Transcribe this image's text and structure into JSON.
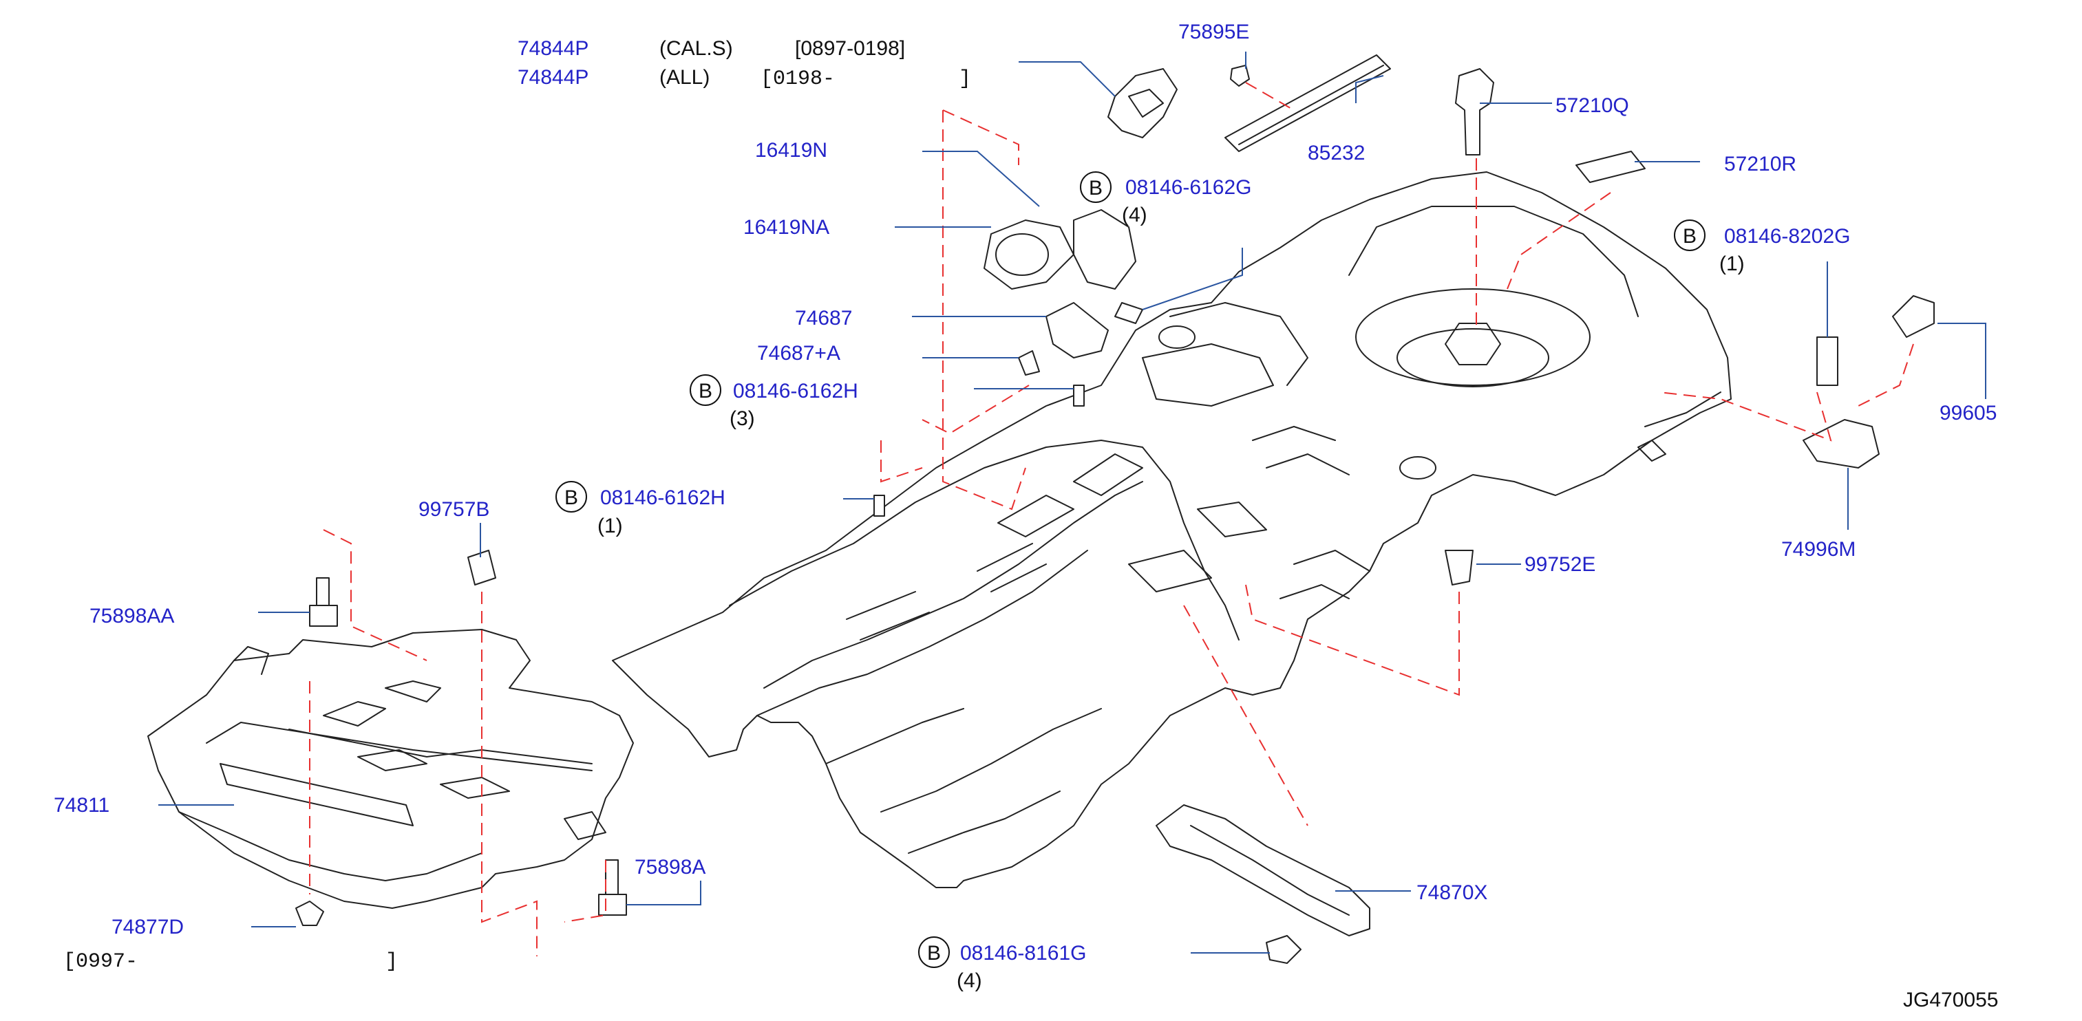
{
  "diagram_code": "JG470055",
  "bolt_marker": "B",
  "callouts": [
    {
      "part": "74844P",
      "note": "(CAL.S)",
      "date_range": "[0897-0198]"
    },
    {
      "part": "74844P",
      "note": "(ALL)",
      "date_range": "[0198-          ]"
    },
    {
      "part": "75895E"
    },
    {
      "part": "85232"
    },
    {
      "part": "57210Q"
    },
    {
      "part": "57210R"
    },
    {
      "part": "16419N"
    },
    {
      "part": "16419NA"
    },
    {
      "part": "08146-6162G",
      "qty": "(4)"
    },
    {
      "part": "08146-8202G",
      "qty": "(1)"
    },
    {
      "part": "74687"
    },
    {
      "part": "74687+A"
    },
    {
      "part": "08146-6162H",
      "qty": "(3)"
    },
    {
      "part": "99605"
    },
    {
      "part": "08146-6162H",
      "qty": "(1)"
    },
    {
      "part": "74996M"
    },
    {
      "part": "99757B"
    },
    {
      "part": "99752E"
    },
    {
      "part": "75898AA"
    },
    {
      "part": "74811"
    },
    {
      "part": "75898A"
    },
    {
      "part": "74870X"
    },
    {
      "part": "74877D",
      "date_range": "[0997-                    ]"
    },
    {
      "part": "08146-8161G",
      "qty": "(4)"
    }
  ]
}
